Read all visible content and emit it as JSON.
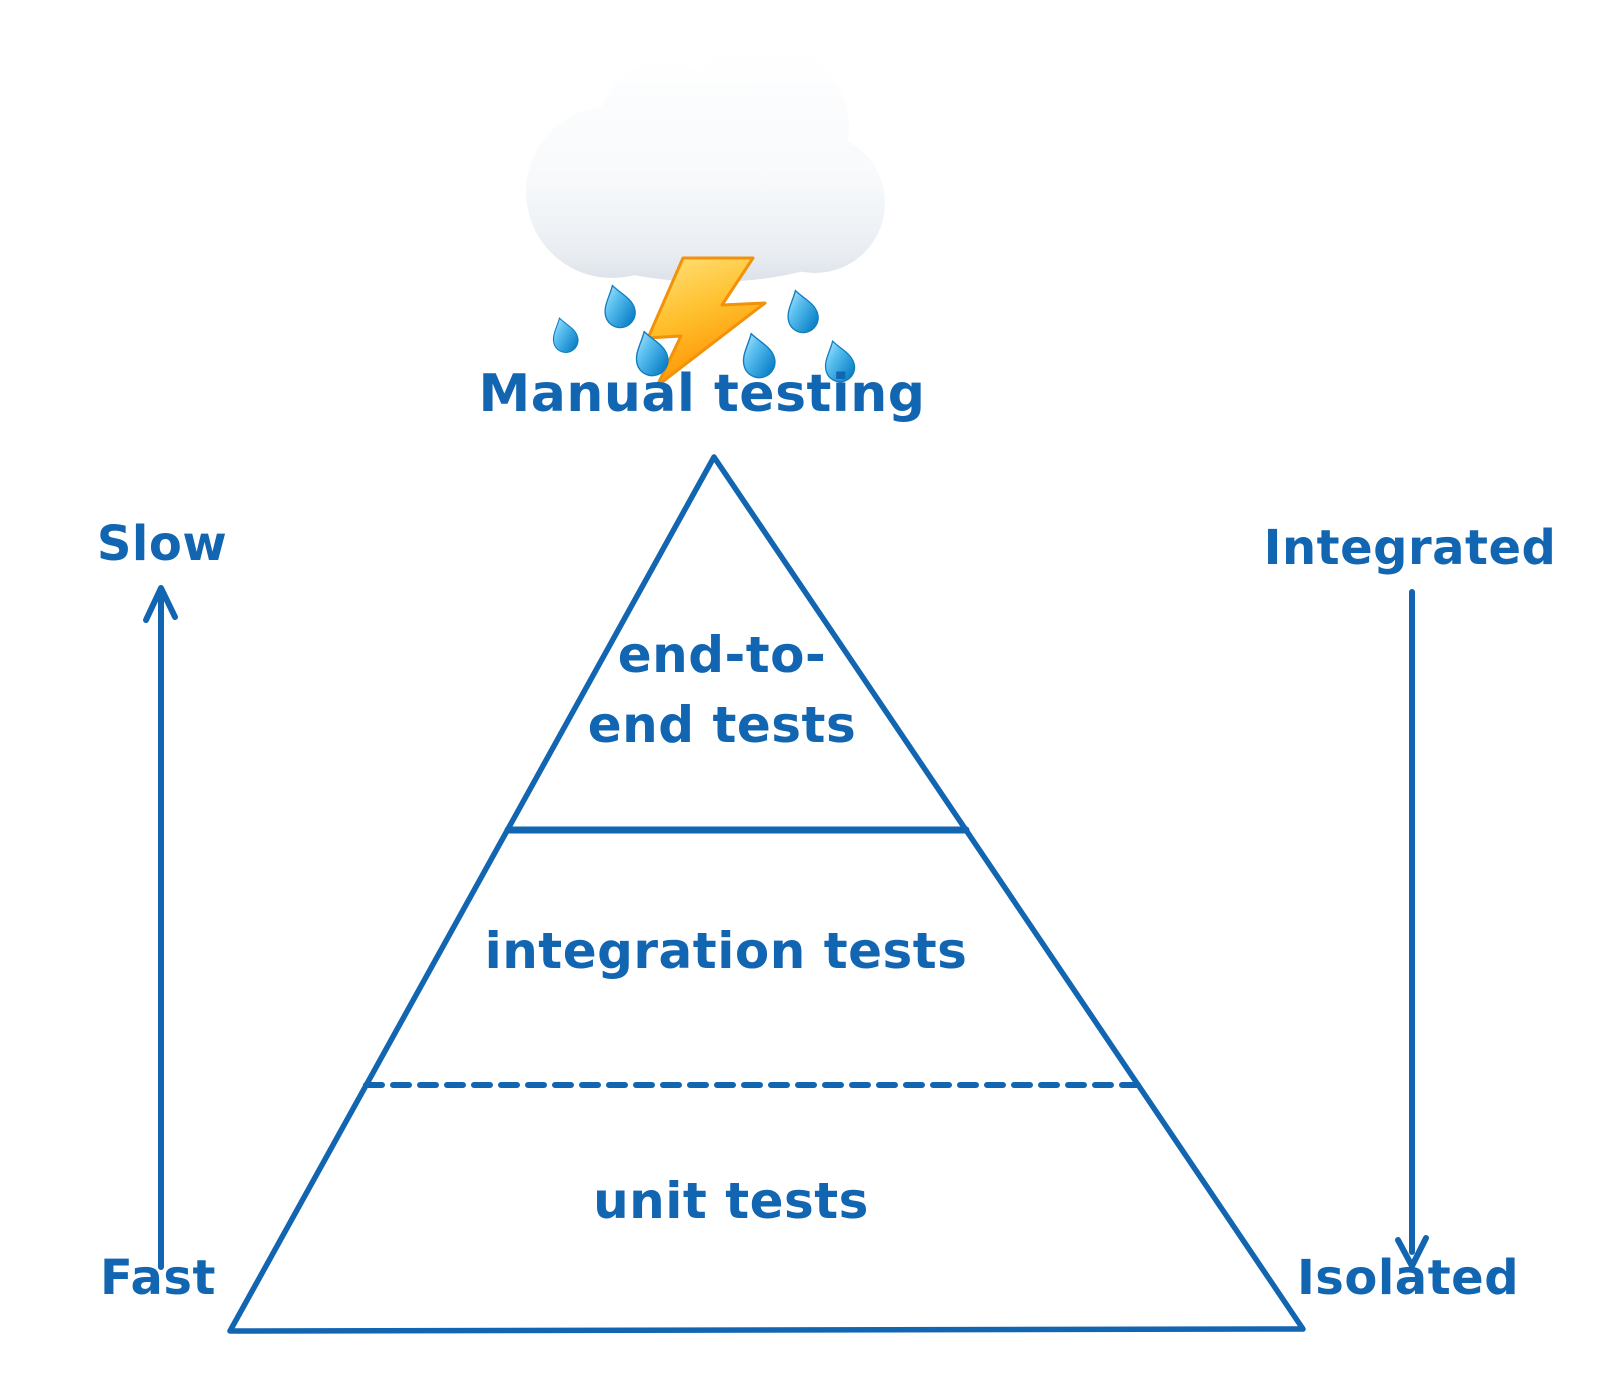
{
  "storm": {
    "icon": "storm-cloud-lightning-rain-emoji",
    "label": "Manual testing"
  },
  "pyramid": {
    "levels": [
      {
        "name": "end-to-end tests",
        "lines": [
          "end-to-",
          "end tests"
        ]
      },
      {
        "name": "integration tests",
        "lines": [
          "integration tests"
        ]
      },
      {
        "name": "unit tests",
        "lines": [
          "unit tests"
        ]
      }
    ],
    "dividers": [
      {
        "between": [
          "end-to-end tests",
          "integration tests"
        ],
        "style": "solid"
      },
      {
        "between": [
          "integration tests",
          "unit tests"
        ],
        "style": "dashed"
      }
    ]
  },
  "left_axis": {
    "top": "Slow",
    "bottom": "Fast",
    "arrow": "up"
  },
  "right_axis": {
    "top": "Integrated",
    "bottom": "Isolated",
    "arrow": "down"
  },
  "colors": {
    "ink_blue": "#1265b1",
    "lightning_orange": "#ffb52e",
    "raindrop_blue": "#2fa3e4",
    "cloud_shadow": "#d9dfe7"
  }
}
